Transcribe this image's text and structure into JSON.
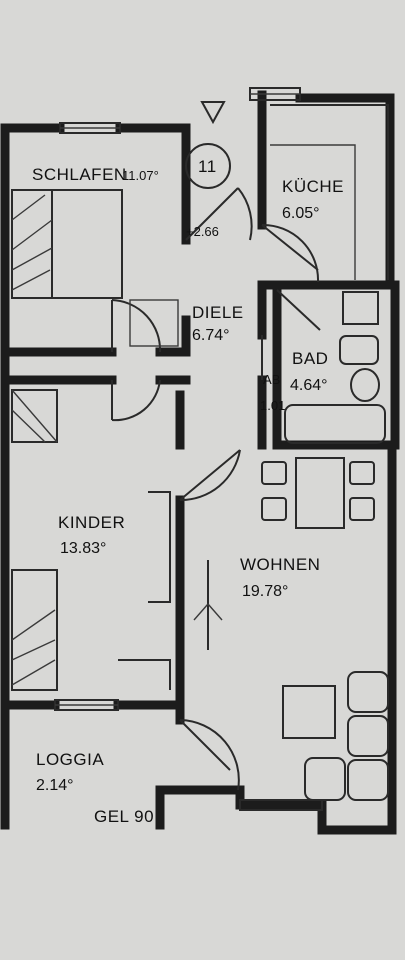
{
  "rooms": [
    {
      "key": "schlafen",
      "name": "SCHLAFEN",
      "area": "11.07°"
    },
    {
      "key": "kueche",
      "name": "KÜCHE",
      "area": "6.05°"
    },
    {
      "key": "diele",
      "name": "DIELE",
      "area": "6.74°"
    },
    {
      "key": "bad",
      "name": "BAD",
      "area": "4.64°"
    },
    {
      "key": "ab",
      "name": "AB",
      "area": "1.01"
    },
    {
      "key": "kinder",
      "name": "KINDER",
      "area": "13.83°"
    },
    {
      "key": "wohnen",
      "name": "WOHNEN",
      "area": "19.78°"
    },
    {
      "key": "loggia",
      "name": "LOGGIA",
      "area": "2.14°"
    }
  ],
  "unit_number": "11",
  "level": "+2.66",
  "railing_note": "GEL 90",
  "colors": {
    "paper": "#d8d8d6",
    "ink": "#1c1c1c"
  }
}
